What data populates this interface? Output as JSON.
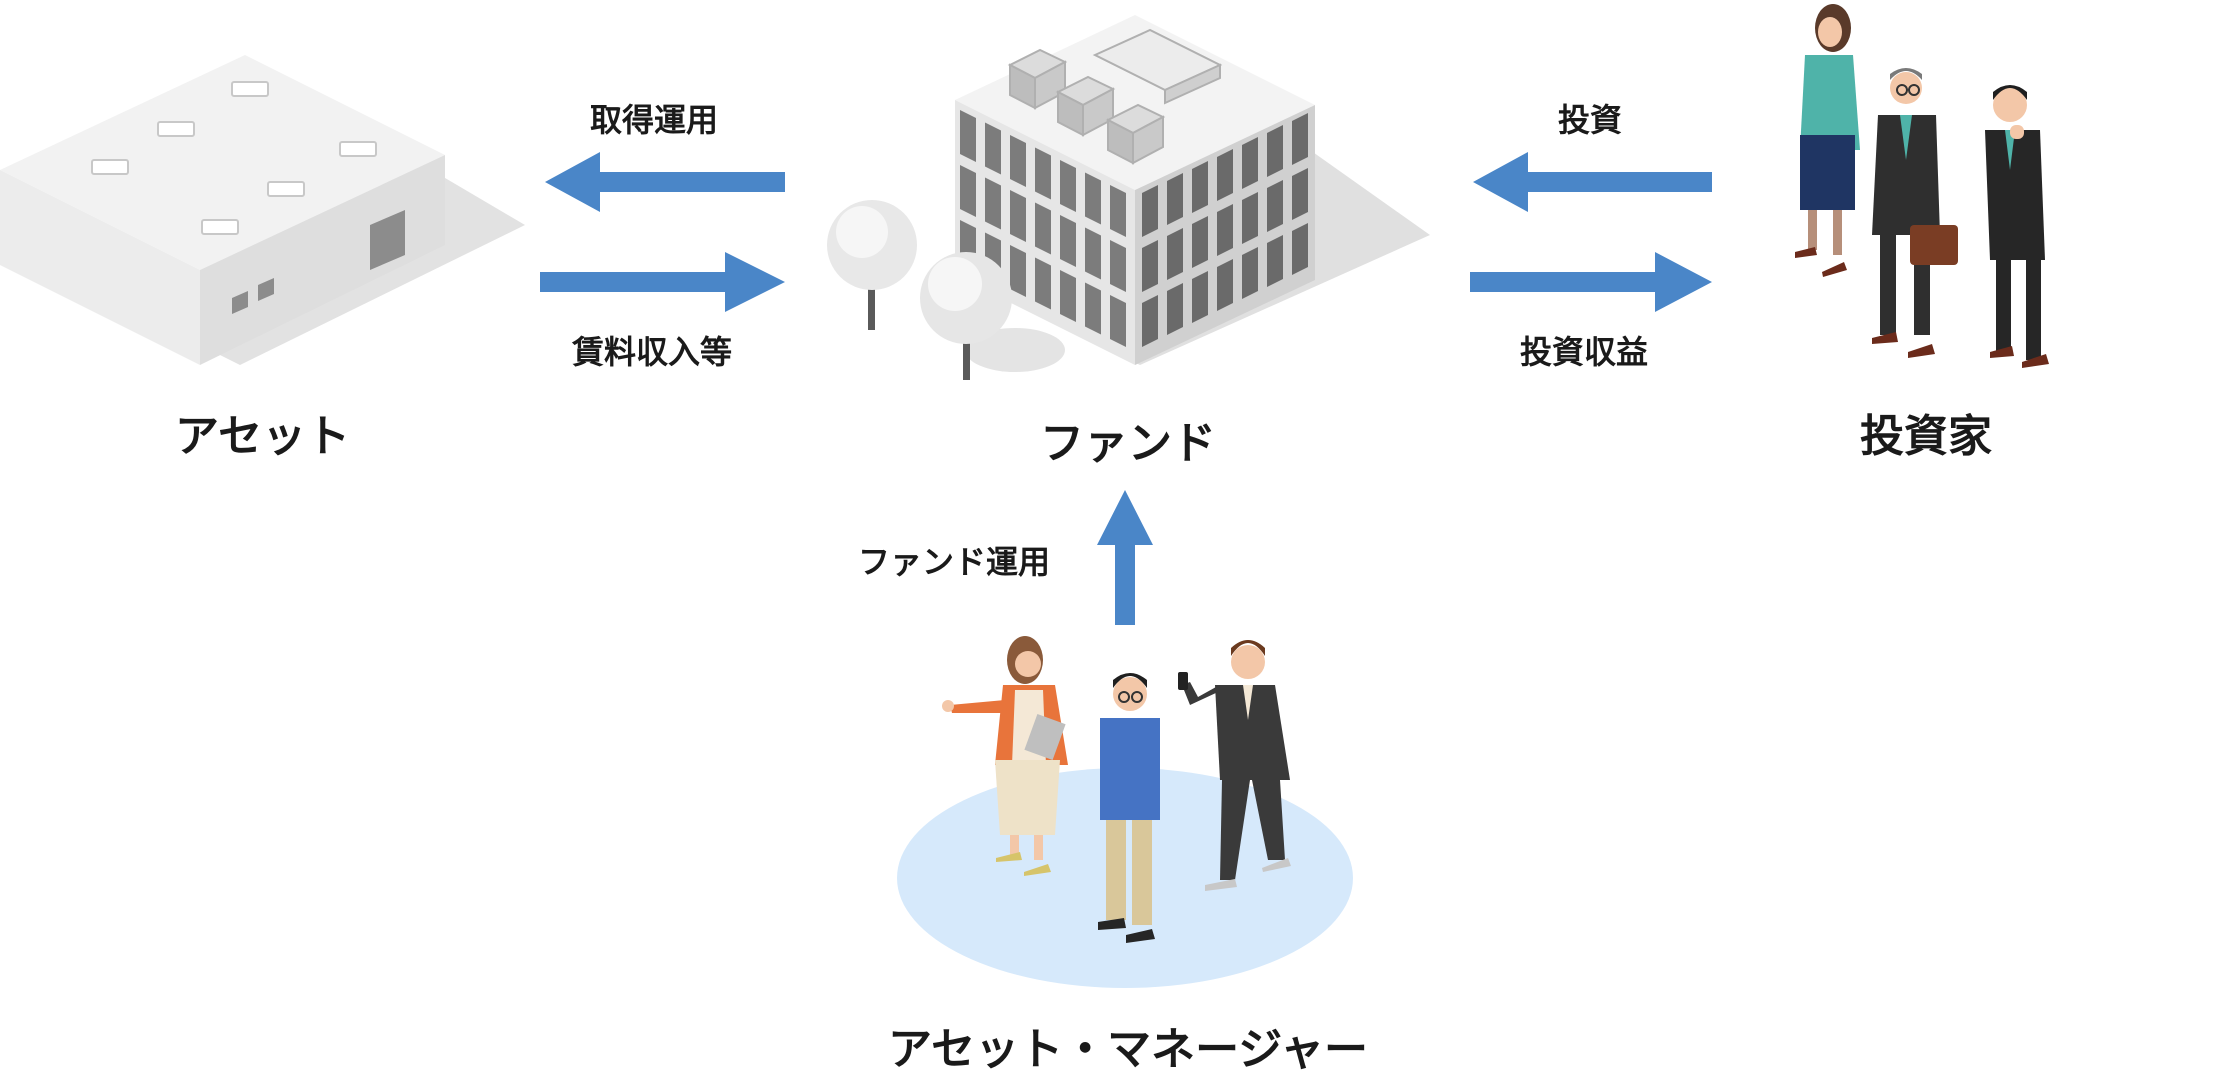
{
  "nodes": {
    "asset": {
      "label": "アセット",
      "icon": "warehouse-building-icon"
    },
    "fund": {
      "label": "ファンド",
      "icon": "office-building-icon"
    },
    "investor": {
      "label": "投資家",
      "icon": "investors-group-icon"
    },
    "manager": {
      "label": "アセット・マネージャー",
      "icon": "manager-team-icon"
    }
  },
  "edges": {
    "fund_to_asset": {
      "label": "取得運用"
    },
    "asset_to_fund": {
      "label": "賃料収入等"
    },
    "investor_to_fund": {
      "label": "投資"
    },
    "fund_to_investor": {
      "label": "投資収益"
    },
    "manager_to_fund": {
      "label": "ファンド運用"
    }
  },
  "colors": {
    "arrow": "#4a86c8",
    "building_light": "#f2f2f2",
    "building_mid": "#dcdcdc",
    "building_dark": "#9a9a9a",
    "window": "#7c7c7c",
    "manager_floor": "#d6e9fb",
    "investor_teal": "#4fb3a9",
    "suit_dark": "#2f2f2f",
    "orange_jacket": "#e8743b",
    "blue_shirt": "#4573c4"
  }
}
